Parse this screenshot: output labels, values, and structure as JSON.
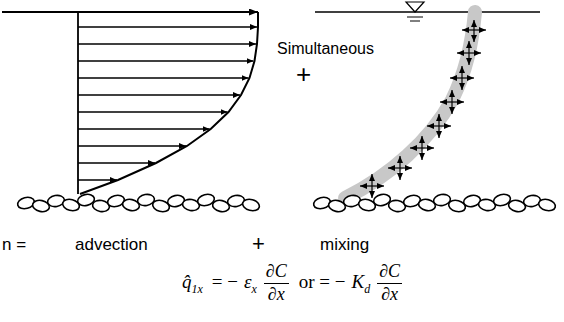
{
  "diagram": {
    "labels": [
      "Simultaneous",
      "+",
      "n =",
      "advection",
      "+",
      "mixing",
      "q̂",
      "1x",
      "= −",
      "ε",
      "x",
      "∂C",
      "∂x",
      "or = −",
      "K",
      "d",
      "∂C",
      "∂x"
    ]
  }
}
